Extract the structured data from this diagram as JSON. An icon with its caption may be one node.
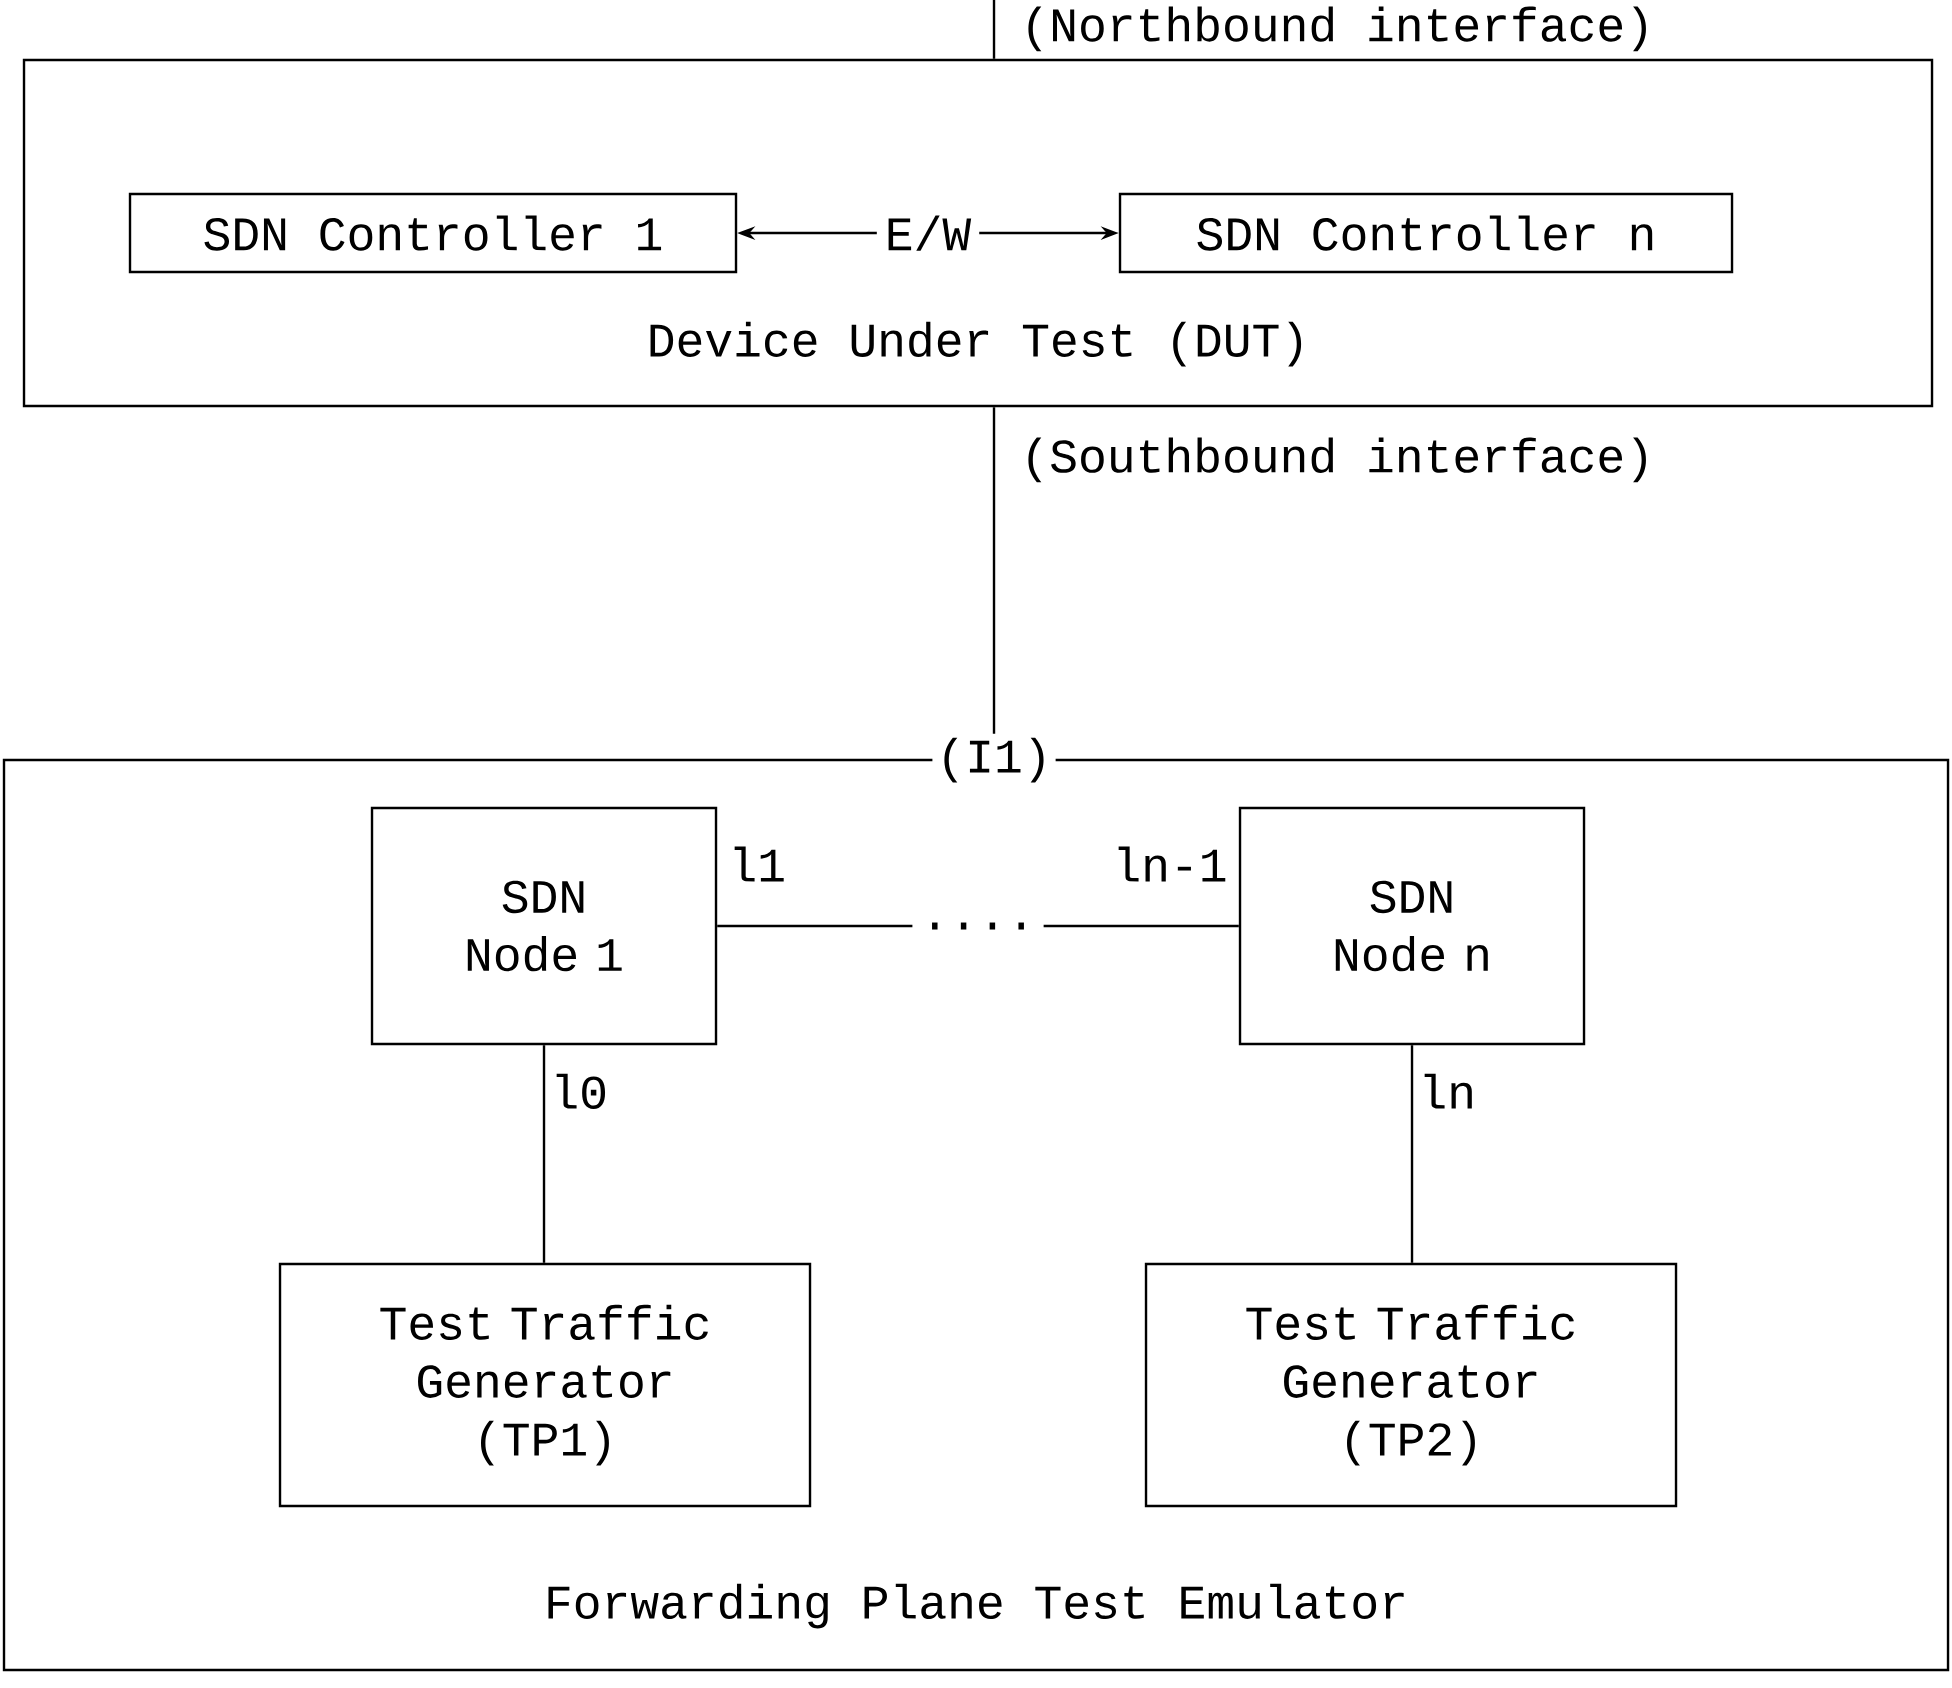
{
  "diagram": {
    "nodes": [
      {
        "text": [
          "Device Under Test (DUT)"
        ]
      },
      {
        "text": [
          "SDN Controller 1"
        ],
        "in": 0
      },
      {
        "text": [
          "SDN Controller n"
        ],
        "in": 0
      },
      {
        "text": [
          "Forwarding Plane Test Emulator"
        ]
      },
      {
        "text": [
          "SDN Node 1"
        ],
        "in": 3
      },
      {
        "text": [
          "SDN Node n"
        ],
        "in": 3
      },
      {
        "text": [
          "Test Traffic Generator (TP1)"
        ],
        "in": 3
      },
      {
        "text": [
          "Test Traffic Generator (TP2)"
        ],
        "in": 3
      }
    ],
    "edges": [
      {
        "from": null,
        "to": 0,
        "arrow": "none",
        "label": "(Northbound interface)"
      },
      {
        "from": 1,
        "to": 2,
        "arrow": "both",
        "label": "E/W"
      },
      {
        "from": 0,
        "to": 3,
        "arrow": "none",
        "label": "(Southbound interface)"
      },
      {
        "from": 4,
        "to": 5,
        "arrow": "none",
        "label": "...."
      },
      {
        "from": 4,
        "to": 6,
        "arrow": "none",
        "label": "l0"
      },
      {
        "from": 5,
        "to": 7,
        "arrow": "none",
        "label": "ln"
      }
    ],
    "labels": [
      "l1",
      "ln-1",
      "(I1)"
    ]
  }
}
